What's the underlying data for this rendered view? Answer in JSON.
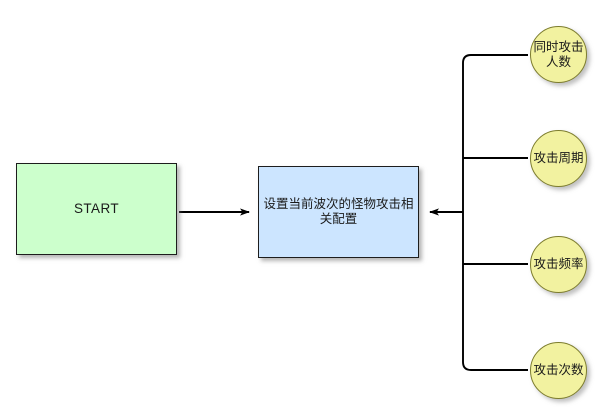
{
  "diagram": {
    "type": "flowchart",
    "background": "#ffffff",
    "nodes": [
      {
        "id": "start",
        "shape": "rectangle",
        "label": "START",
        "fill": "#ccffcc",
        "stroke": "#1d1d1d"
      },
      {
        "id": "process",
        "shape": "rectangle",
        "label": "设置当前波次的怪物攻击相关配置",
        "fill": "#cce5ff",
        "stroke": "#1d1d1d"
      },
      {
        "id": "attr1",
        "shape": "circle",
        "label": "同时攻击人数",
        "fill": "#f2f2a0",
        "stroke": "#7d7d2e"
      },
      {
        "id": "attr2",
        "shape": "circle",
        "label": "攻击周期",
        "fill": "#f2f2a0",
        "stroke": "#7d7d2e"
      },
      {
        "id": "attr3",
        "shape": "circle",
        "label": "攻击频率",
        "fill": "#f2f2a0",
        "stroke": "#7d7d2e"
      },
      {
        "id": "attr4",
        "shape": "circle",
        "label": "攻击次数",
        "fill": "#f2f2a0",
        "stroke": "#7d7d2e"
      }
    ],
    "edges": [
      {
        "id": "start-to-process",
        "from": "start",
        "to": "process",
        "arrow": "right",
        "label": ""
      },
      {
        "id": "attrs-to-process",
        "from": "attributes-trunk",
        "to": "process",
        "arrow": "left",
        "label": ""
      },
      {
        "id": "attr1-branch",
        "from": "attr1",
        "to": "attributes-trunk",
        "arrow": "none",
        "label": ""
      },
      {
        "id": "attr2-branch",
        "from": "attr2",
        "to": "attributes-trunk",
        "arrow": "none",
        "label": ""
      },
      {
        "id": "attr3-branch",
        "from": "attr3",
        "to": "attributes-trunk",
        "arrow": "none",
        "label": ""
      },
      {
        "id": "attr4-branch",
        "from": "attr4",
        "to": "attributes-trunk",
        "arrow": "none",
        "label": ""
      }
    ],
    "edge_color": "#000000"
  }
}
